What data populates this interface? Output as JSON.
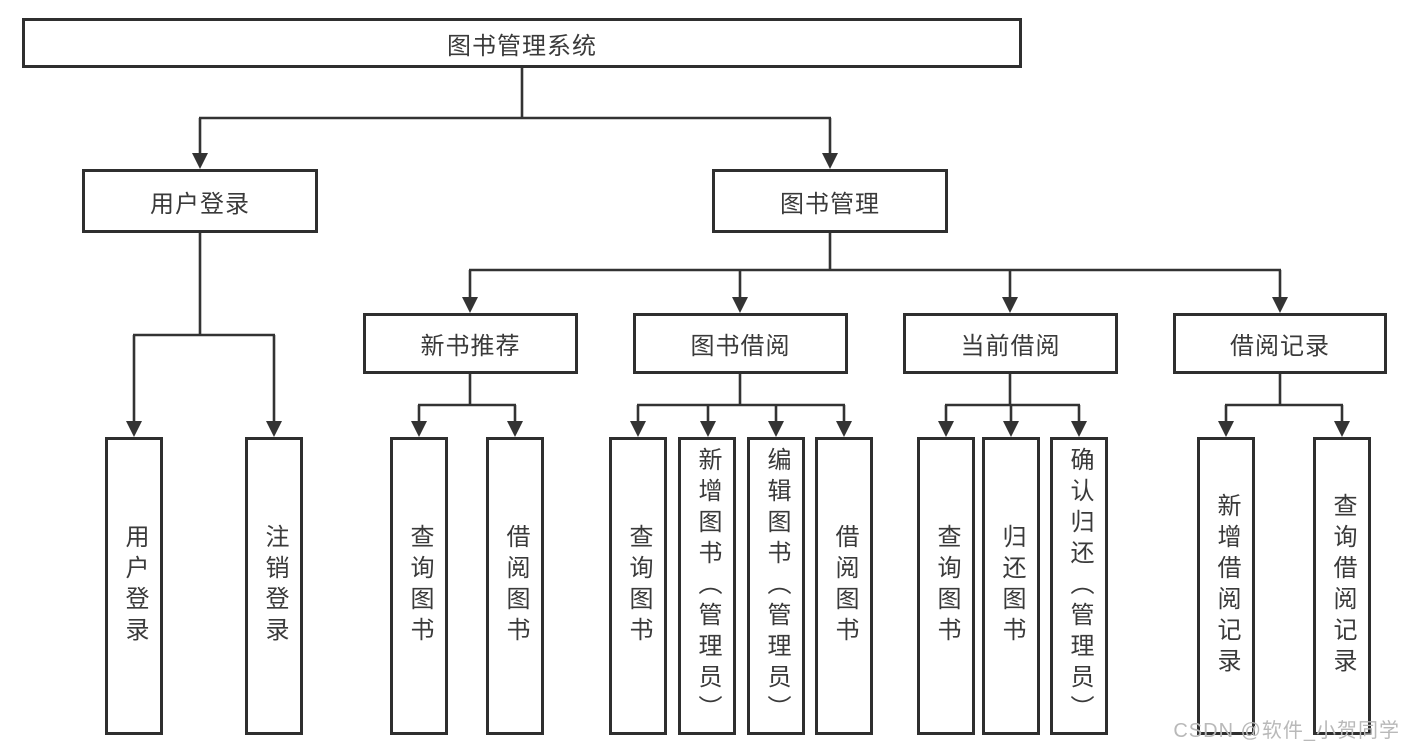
{
  "nodes": {
    "root": "图书管理系统",
    "user_login": "用户登录",
    "book_mgmt": "图书管理",
    "new_book_rec": "新书推荐",
    "book_borrow": "图书借阅",
    "current_borrow": "当前借阅",
    "borrow_record": "借阅记录"
  },
  "leaves": {
    "user_login": [
      "用户登录",
      "注销登录"
    ],
    "new_book_rec": [
      "查询图书",
      "借阅图书"
    ],
    "book_borrow": [
      "查询图书",
      "新增图书（管理员）",
      "编辑图书（管理员）",
      "借阅图书"
    ],
    "current_borrow": [
      "查询图书",
      "归还图书",
      "确认归还（管理员）"
    ],
    "borrow_record": [
      "新增借阅记录",
      "查询借阅记录"
    ]
  },
  "watermark": "CSDN @软件_小贺同学",
  "colors": {
    "line": "#333333",
    "box_border": "#2f2f2f",
    "text": "#3a3a3a",
    "watermark": "#b9b9b9",
    "background": "#ffffff"
  }
}
